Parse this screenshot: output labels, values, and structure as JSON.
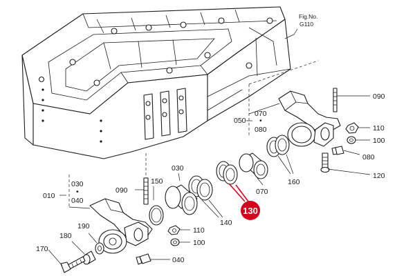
{
  "figure": {
    "label": "Fig.No.",
    "number": "G110"
  },
  "callouts": {
    "c030_top": "030",
    "c090_right": "090",
    "c050": "050",
    "c070_upper": "070",
    "c080_upper": "080",
    "c110_right": "110",
    "c100_right": "100",
    "c080_right": "080",
    "c120": "120",
    "c160": "160",
    "c070_mid": "070",
    "c090_left": "090",
    "c150": "150",
    "c010": "010",
    "c030_left": "030",
    "c040_left": "040",
    "c140": "140",
    "c110_low": "110",
    "c100_low": "100",
    "c190": "190",
    "c180": "180",
    "c170": "170",
    "c040_bottom": "040",
    "bracket_dot": "•"
  },
  "highlight": {
    "label": "130",
    "color": "#d6001c"
  }
}
